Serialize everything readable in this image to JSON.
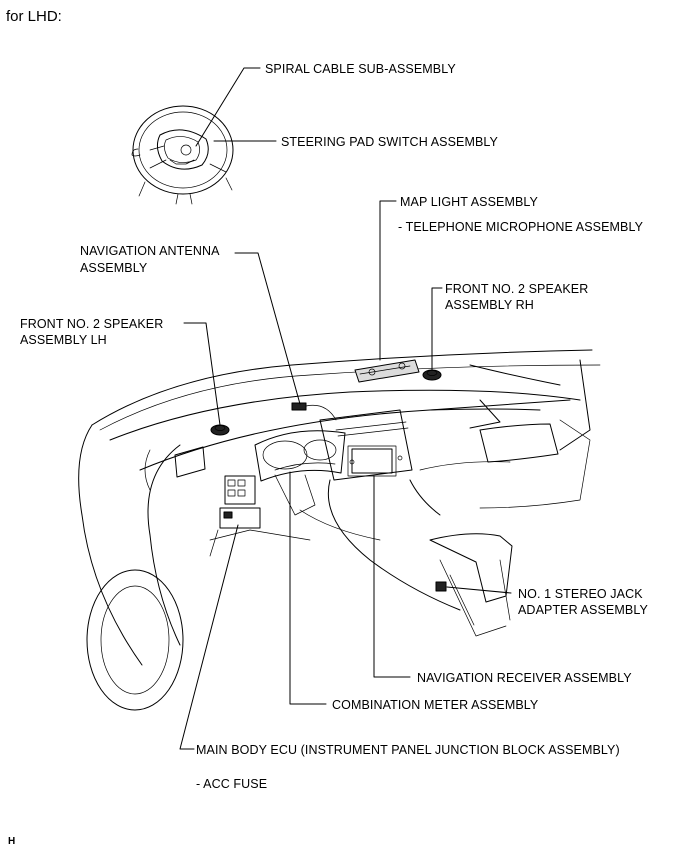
{
  "heading": "for LHD:",
  "labels": {
    "spiral_cable": "SPIRAL CABLE SUB-ASSEMBLY",
    "steering_pad_switch": "STEERING PAD SWITCH ASSEMBLY",
    "map_light": "MAP LIGHT ASSEMBLY",
    "telephone_microphone": "- TELEPHONE MICROPHONE ASSEMBLY",
    "navigation_antenna_1": "NAVIGATION ANTENNA",
    "navigation_antenna_2": "ASSEMBLY",
    "front_speaker_rh_1": "FRONT NO. 2 SPEAKER",
    "front_speaker_rh_2": "ASSEMBLY RH",
    "front_speaker_lh_1": "FRONT NO. 2 SPEAKER",
    "front_speaker_lh_2": "ASSEMBLY LH",
    "stereo_jack_1": "NO. 1 STEREO JACK",
    "stereo_jack_2": "ADAPTER ASSEMBLY",
    "navigation_receiver": "NAVIGATION RECEIVER ASSEMBLY",
    "combination_meter": "COMBINATION METER ASSEMBLY",
    "main_body_ecu": "MAIN BODY ECU (INSTRUMENT PANEL JUNCTION BLOCK ASSEMBLY)",
    "acc_fuse": "- ACC FUSE"
  },
  "code": "H"
}
